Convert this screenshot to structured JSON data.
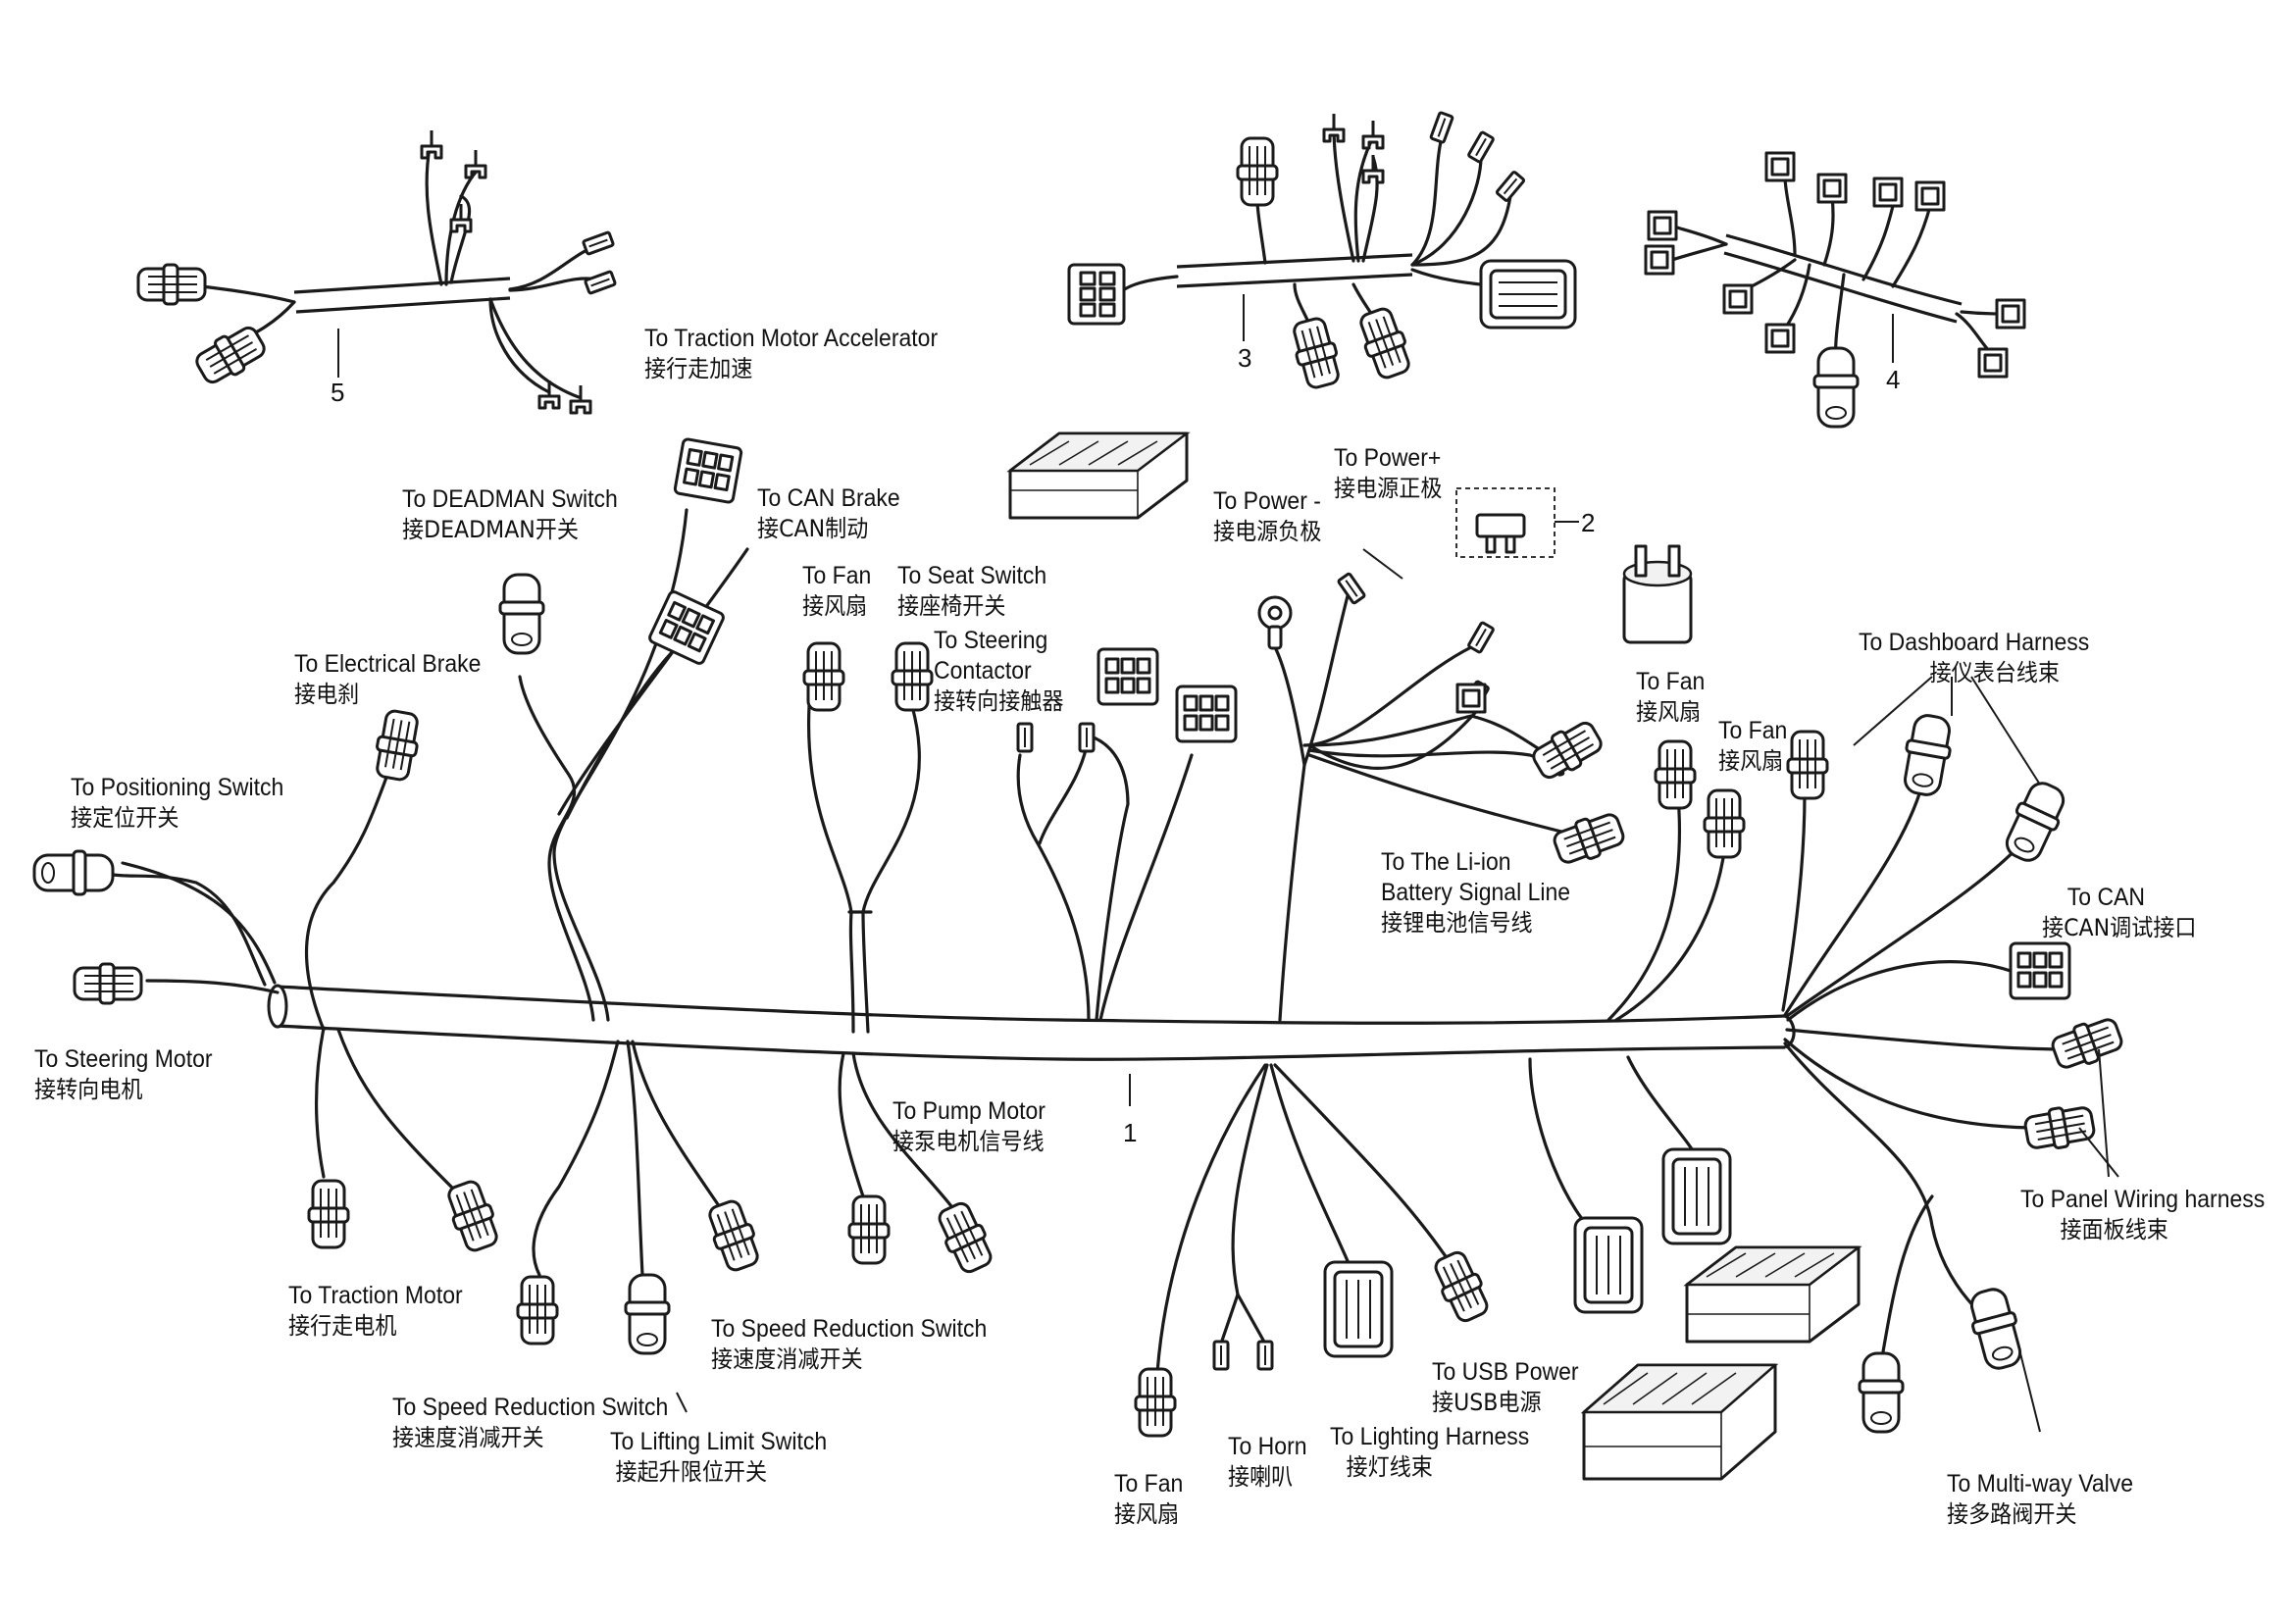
{
  "part_numbers": {
    "n1": "1",
    "n2": "2",
    "n3": "3",
    "n4": "4",
    "n5": "5"
  },
  "labels": {
    "traction_accel": {
      "en": "To Traction Motor  Accelerator",
      "zh": "接行走加速"
    },
    "deadman": {
      "en": "To DEADMAN Switch",
      "zh": "接DEADMAN开关"
    },
    "can_brake": {
      "en": "To CAN Brake",
      "zh": "接CAN制动"
    },
    "fan_top": {
      "en": "To Fan",
      "zh": "接风扇"
    },
    "seat_switch": {
      "en": "To Seat Switch",
      "zh": "接座椅开关"
    },
    "steering_contactor": {
      "en1": "To Steering",
      "en2": "Contactor",
      "zh": "接转向接触器"
    },
    "power_plus": {
      "en": "To Power+",
      "zh": "接电源正极"
    },
    "power_minus": {
      "en": "To Power -",
      "zh": "接电源负极"
    },
    "electrical_brake": {
      "en": "To Electrical Brake",
      "zh": "接电刹"
    },
    "positioning_switch": {
      "en": "To Positioning Switch",
      "zh": "接定位开关"
    },
    "steering_motor": {
      "en": "To Steering Motor",
      "zh": "接转向电机"
    },
    "liion_signal": {
      "en1": "To The Li-ion",
      "en2": "Battery Signal Line",
      "zh": "接锂电池信号线"
    },
    "fan_right1": {
      "en": "To Fan",
      "zh": "接风扇"
    },
    "fan_right2": {
      "en": "To Fan",
      "zh": "接风扇"
    },
    "dashboard_harness": {
      "en": "To Dashboard Harness",
      "zh": "接仪表台线束"
    },
    "can_debug": {
      "en": "To CAN",
      "zh": "接CAN调试接口"
    },
    "panel_wiring": {
      "en": "To Panel Wiring harness",
      "zh": "接面板线束"
    },
    "multiway_valve": {
      "en": "To Multi-way Valve",
      "zh": "接多路阀开关"
    },
    "pump_motor": {
      "en": "To Pump Motor",
      "zh": "接泵电机信号线"
    },
    "traction_motor": {
      "en": "To Traction Motor",
      "zh": "接行走电机"
    },
    "speed_reduction_right": {
      "en": "To Speed Reduction Switch",
      "zh": "接速度消减开关"
    },
    "speed_reduction_left": {
      "en": "To Speed Reduction Switch",
      "zh": "接速度消减开关"
    },
    "lifting_limit": {
      "en": "To Lifting Limit Switch",
      "zh": "接起升限位开关"
    },
    "usb_power": {
      "en": "To USB Power",
      "zh": "接USB电源"
    },
    "lighting_harness": {
      "en": "To Lighting Harness",
      "zh": "接灯线束"
    },
    "horn": {
      "en": "To Horn",
      "zh": "接喇叭"
    },
    "fan_bottom": {
      "en": "To Fan",
      "zh": "接风扇"
    }
  }
}
